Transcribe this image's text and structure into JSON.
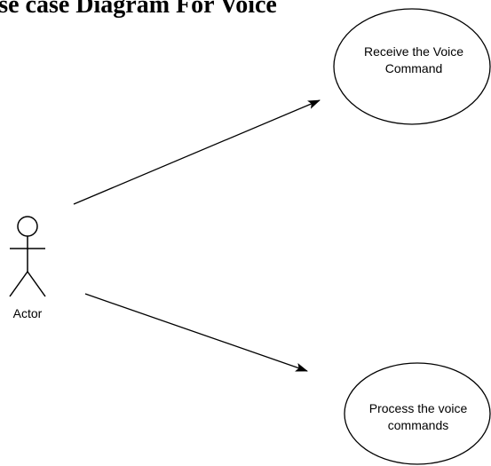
{
  "title_fragment": "Use case Diagram For Voice",
  "actor": {
    "label": "Actor"
  },
  "use_cases": [
    {
      "line1": "Receive the Voice",
      "line2": "Command"
    },
    {
      "line1": "Process the voice",
      "line2": "commands"
    }
  ],
  "colors": {
    "stroke": "#000000",
    "fill": "#ffffff",
    "text": "#000000"
  }
}
